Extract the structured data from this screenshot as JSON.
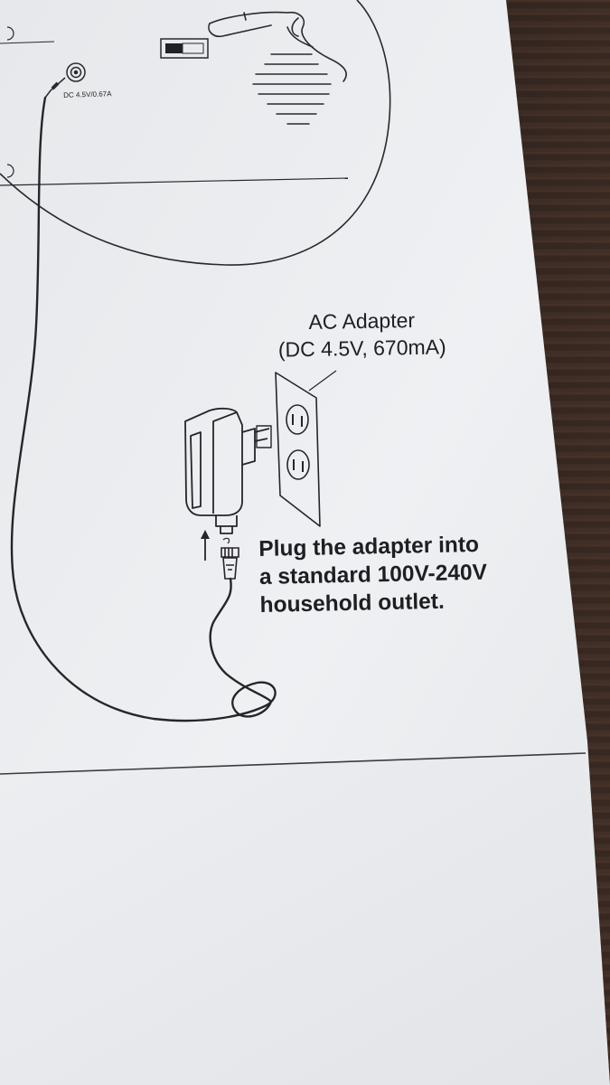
{
  "diagram": {
    "port_label": "DC 4.5V/0.67A",
    "adapter_label": {
      "line1": "AC Adapter",
      "line2": "(DC 4.5V, 670mA)"
    },
    "instruction": {
      "line1": "Plug the adapter into",
      "line2": "a standard 100V-240V",
      "line3": "household outlet."
    }
  },
  "colors": {
    "paper": "#eceef1",
    "ink": "#1f1f22",
    "wood": "#2f2420"
  },
  "icons": [
    "pointing-hand-icon",
    "power-switch-icon",
    "speaker-grille-icon",
    "dc-jack-icon",
    "ac-adapter-icon",
    "wall-outlet-icon",
    "arrow-up-icon"
  ]
}
